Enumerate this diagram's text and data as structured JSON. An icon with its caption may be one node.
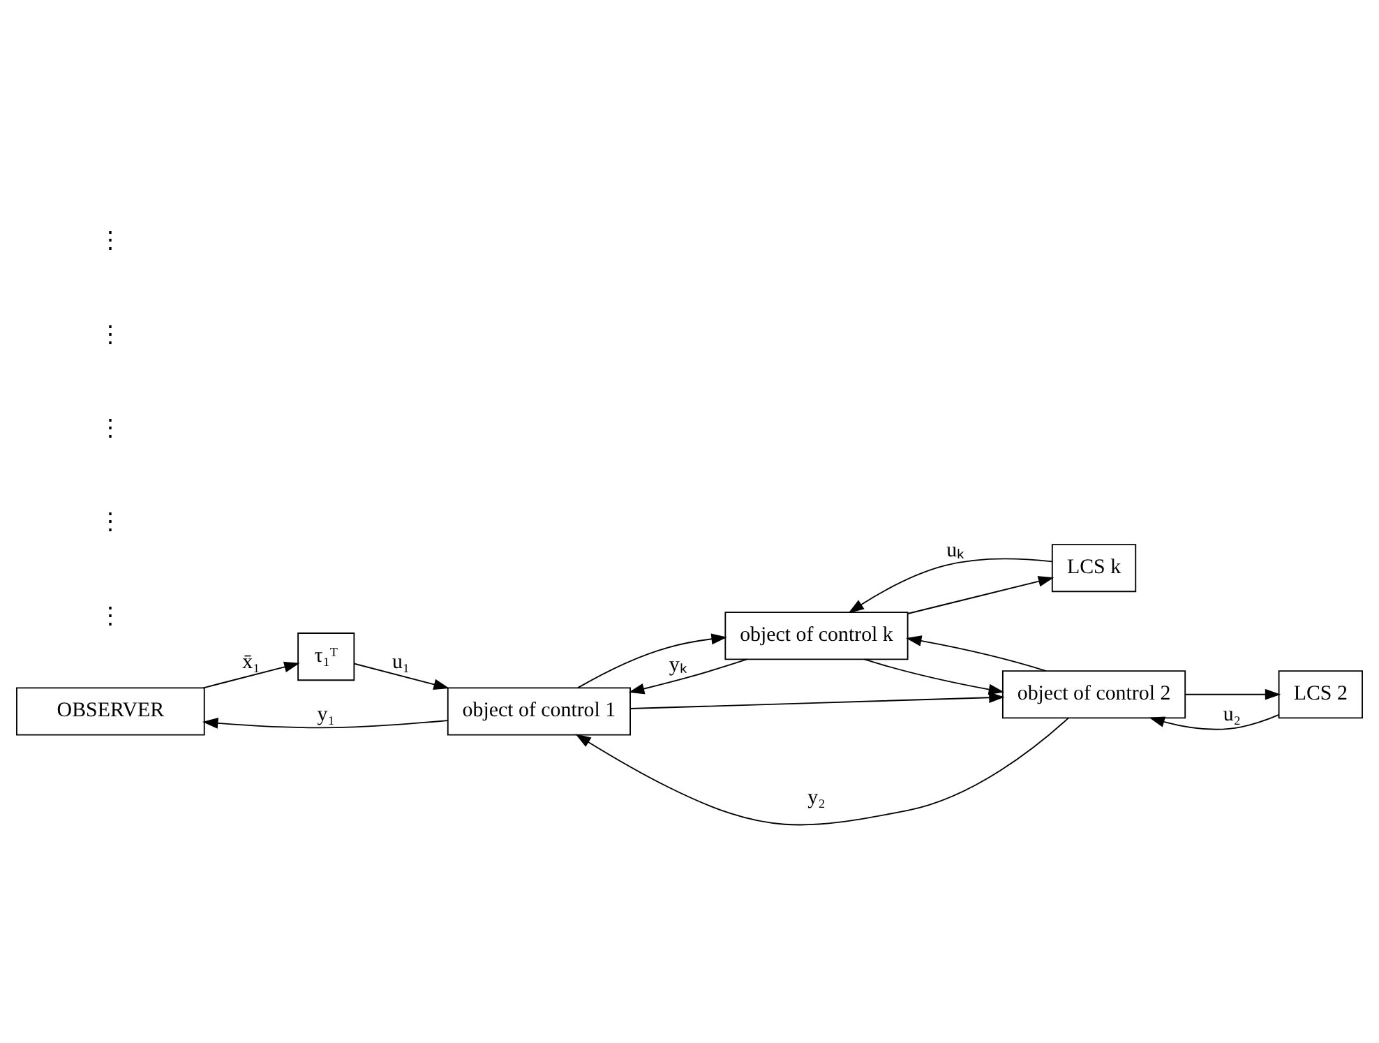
{
  "diagram": {
    "nodes": [
      {
        "text": [
          "OBSERVER"
        ]
      },
      {
        "text": [
          "τ₁ᵀ"
        ]
      },
      {
        "text": [
          "object of control 1"
        ]
      },
      {
        "text": [
          "LCS 2"
        ]
      },
      {
        "text": [
          "object of control 2"
        ]
      },
      {
        "text": [
          "LCS k"
        ]
      },
      {
        "text": [
          "object of control k"
        ]
      }
    ],
    "edges": [
      {
        "from": 0,
        "to": 1,
        "arrow": "to",
        "label": "x̄₁"
      },
      {
        "from": 1,
        "to": 2,
        "arrow": "to",
        "label": "u₁"
      },
      {
        "from": 2,
        "to": 0,
        "arrow": "to",
        "label": "y₁"
      },
      {
        "from": 3,
        "to": 4,
        "arrow": "to",
        "label": "u₂"
      },
      {
        "from": 5,
        "to": 6,
        "arrow": "to",
        "label": "uₖ"
      },
      {
        "from": 4,
        "to": 2,
        "arrow": "to",
        "label": "y₂"
      },
      {
        "from": 6,
        "to": 2,
        "arrow": "to",
        "label": "yₖ"
      },
      {
        "from": 2,
        "to": 4,
        "arrow": "to"
      },
      {
        "from": 2,
        "to": 6,
        "arrow": "to"
      },
      {
        "from": 4,
        "to": 6,
        "arrow": "to"
      },
      {
        "from": 6,
        "to": 4,
        "arrow": "to"
      },
      {
        "from": 4,
        "to": 3,
        "arrow": "to"
      },
      {
        "from": 6,
        "to": 5,
        "arrow": "to"
      }
    ],
    "labels": [
      "⋮",
      "⋮",
      "⋮",
      "⋮",
      "⋮"
    ]
  }
}
